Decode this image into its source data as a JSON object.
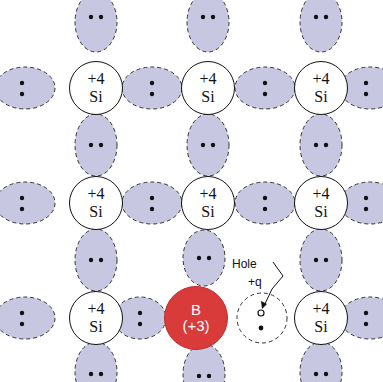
{
  "diagram": {
    "nodes": [
      {
        "text": [
          "+4 Si"
        ]
      },
      {
        "text": [
          "+4 Si"
        ]
      },
      {
        "text": [
          "+4 Si"
        ]
      },
      {
        "text": [
          "+4 Si"
        ]
      },
      {
        "text": [
          "+4 Si"
        ]
      },
      {
        "text": [
          "+4 Si"
        ]
      },
      {
        "text": [
          "+4 Si"
        ]
      },
      {
        "text": [
          "B (+3)"
        ]
      },
      {
        "text": [
          "+4 Si"
        ]
      }
    ],
    "labels": [
      "Hole",
      "+q"
    ]
  }
}
